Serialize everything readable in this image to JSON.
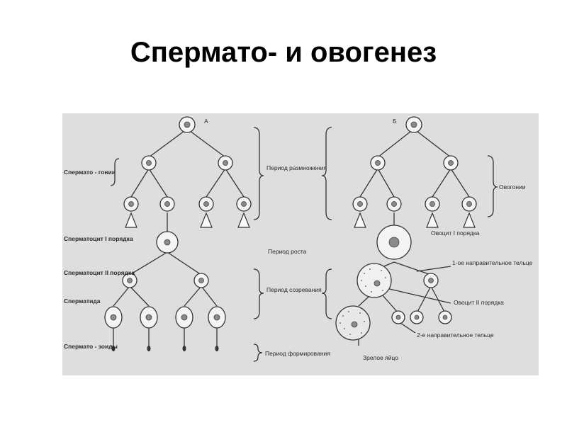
{
  "title": "Спермато- и овогенез",
  "diagram": {
    "panel_a": "А",
    "panel_b": "Б",
    "spermatogonia": "Спермато - гонии",
    "spermatocyte_1": "Сперматоцит I порядка",
    "spermatocyte_2": "Сперматоцит II порядка",
    "spermatid": "Сперматида",
    "spermatozoa": "Спермато - зоиды",
    "period_multiplication": "Период размножения",
    "period_growth": "Период роста",
    "period_maturation": "Период созревания",
    "period_formation": "Период формирования",
    "oogonia": "Овогонии",
    "oocyte_1": "Овоцит I порядка",
    "polar_body_1": "1-ое направительное тельце",
    "oocyte_2": "Овоцит II порядка",
    "polar_body_2": "2-е направительное тельце",
    "mature_egg": "Зрелое яйцо"
  }
}
